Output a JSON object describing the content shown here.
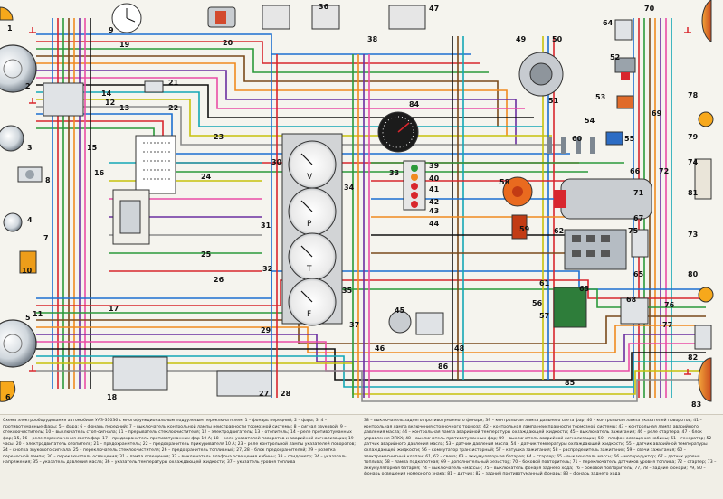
{
  "diagram": {
    "numbers": [
      "1",
      "2",
      "3",
      "4",
      "5",
      "6",
      "7",
      "8",
      "9",
      "10",
      "11",
      "12",
      "13",
      "14",
      "15",
      "16",
      "17",
      "18",
      "19",
      "20",
      "21",
      "22",
      "23",
      "24",
      "25",
      "26",
      "27",
      "28",
      "29",
      "30",
      "31",
      "32",
      "33",
      "34",
      "35",
      "36",
      "37",
      "38",
      "39",
      "40",
      "41",
      "42",
      "43",
      "44",
      "45",
      "46",
      "47",
      "48",
      "49",
      "50",
      "51",
      "52",
      "53",
      "54",
      "55",
      "56",
      "57",
      "58",
      "59",
      "60",
      "61",
      "62",
      "63",
      "64",
      "65",
      "66",
      "67",
      "68",
      "69",
      "70",
      "71",
      "72",
      "73",
      "74",
      "75",
      "76",
      "77",
      "78",
      "79",
      "80",
      "81",
      "82",
      "83",
      "84",
      "85",
      "86"
    ],
    "gauge_letters": [
      "V",
      "P",
      "T",
      "F"
    ]
  },
  "legend": {
    "left_text": "Схема электрооборудования автомобиля УАЗ-31036 с многофункциональным подрулевым переключателем: 1 – фонарь передний; 2 – фара; 3, 4 – противотуманные фары; 5 – фара; 6 – фонарь передний; 7 – выключатель контрольной лампы неисправности тормозной системы; 8 – сигнал звуковой; 9 – стеклоочиститель; 10 – выключатель стоп-сигнала; 11 – прерыватель стеклоочистителя; 12 – электродвигатель; 13 – отопитель; 14 – реле противотуманных фар; 15, 16 – реле переключения света фар; 17 – предохранитель противотуманных фар 10 А; 18 – реле указателей поворотов и аварийной сигнализации; 19 – часы; 20 – электродвигатель отопителя; 21 – предохранитель; 22 – предохранитель прикуривателя 10 А; 23 – реле контрольной лампы указателей поворотов; 24 – кнопка звукового сигнала; 25 – переключатель стеклоочистителя; 26 – предохранитель топливный; 27, 28 – блок предохранителей; 29 – розетка переносной лампы; 30 – переключатель освещения; 31 – лампа освещения; 32 – выключатель плафона освещения кабины; 33 – спидометр; 34 – указатель напряжения; 35 – указатель давления масла; 36 – указатель температуры охлаждающей жидкости; 37 – указатель уровня топлива",
    "right_text": "38 – выключатель заднего противотуманного фонаря; 39 – контрольная лампа дальнего света фар; 40 – контрольная лампа указателей поворотов; 41 – контрольная лампа включения стояночного тормоза; 42 – контрольная лампа неисправности тормозной системы; 43 – контрольная лампа аварийного давления масла; 44 – контрольная лампа аварийной температуры охлаждающей жидкости; 45 – выключатель зажигания; 46 – реле стартера; 47 – блок управления ЭПХХ; 48 – выключатель противотуманных фар; 49 – выключатель аварийной сигнализации; 50 – плафон освещения кабины; 51 – генератор; 52 – датчик аварийного давления масла; 53 – датчик давления масла; 54 – датчик температуры охлаждающей жидкости; 55 – датчик аварийной температуры охлаждающей жидкости; 56 – коммутатор транзисторный; 57 – катушка зажигания; 58 – распределитель зажигания; 59 – свечи зажигания; 60 – электромагнитный клапан; 61, 62 – свеча; 63 – аккумуляторная батарея; 64 – стартер; 65 – выключатель массы; 66 – моторедуктор; 67 – датчик уровня топлива; 68 – лампа подкапотная; 69 – дополнительный резистор; 70 – боковой повторитель; 71 – переключатель датчиков уровня топлива; 72 – стартер; 73 – аккумуляторная батарея; 74 – выключатель «массы»; 75 – выключатель фонаря заднего хода; 76 – боковой повторитель; 77, 78 – задние фонари; 79, 80 – фонарь освещения номерного знака; 81 – датчик; 82 – задний противотуманный фонарь; 83 – фонарь заднего хода"
  }
}
